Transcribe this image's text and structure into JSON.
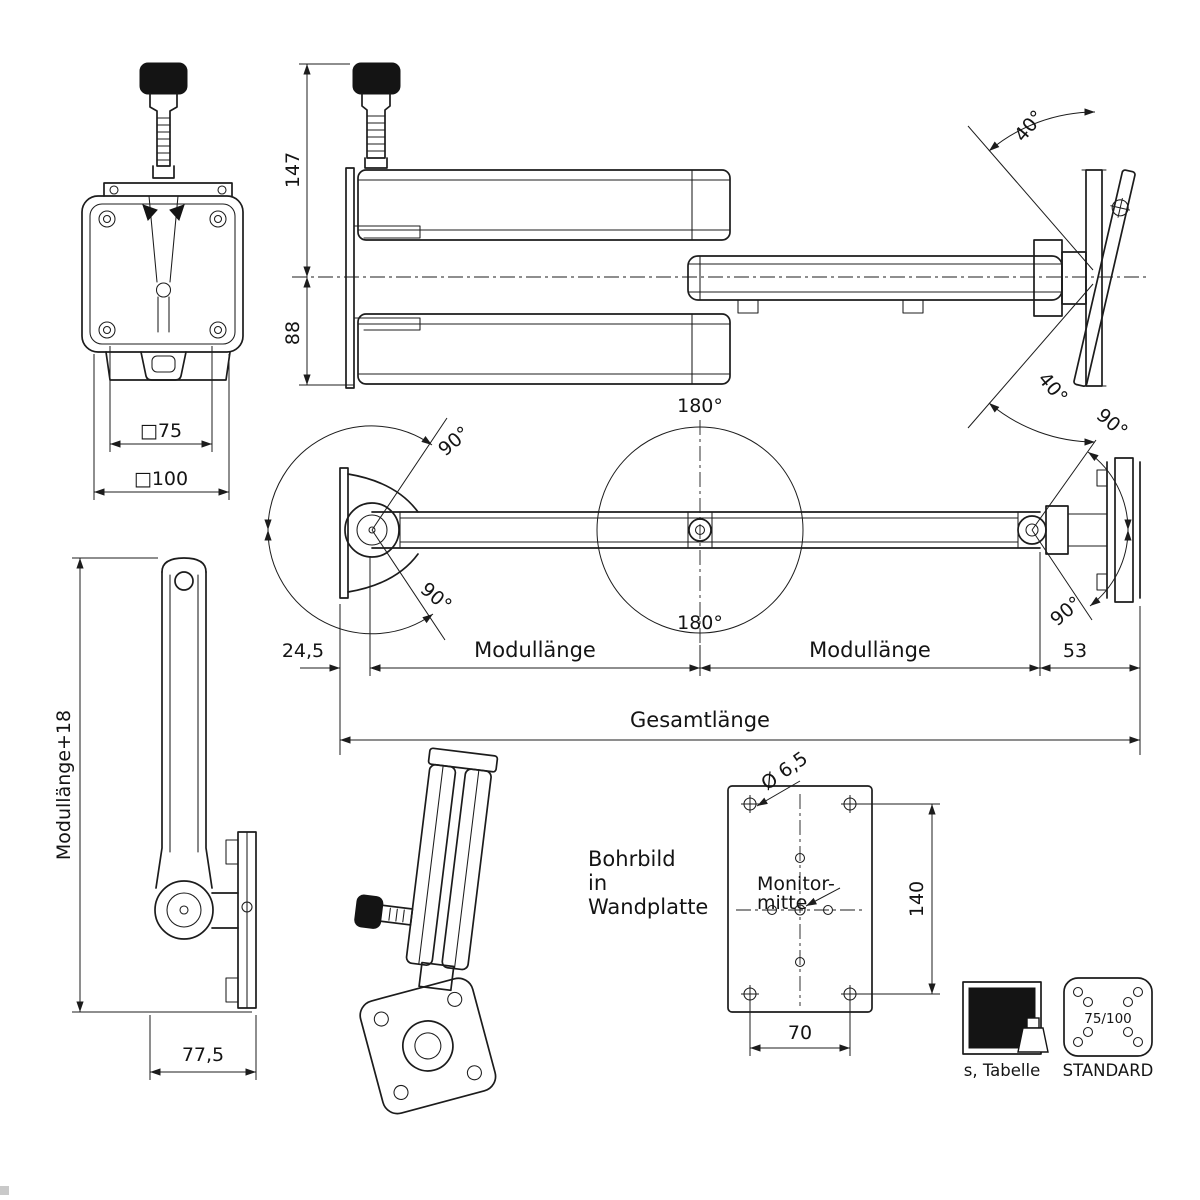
{
  "drawing": {
    "front_view": {
      "dim_vesa75": "□75",
      "dim_vesa100": "□100"
    },
    "top_view": {
      "dim_147": "147",
      "dim_88": "88",
      "tilt_up": "40°",
      "tilt_down": "40°"
    },
    "plan_view": {
      "swivel_left_up": "90°",
      "swivel_left_down": "90°",
      "rotate_mid_top": "180°",
      "rotate_mid_bottom": "180°",
      "swivel_right_up": "90°",
      "swivel_right_down": "90°",
      "dim_wall_offset": "24,5",
      "dim_module_1": "Modullänge",
      "dim_module_2": "Modullänge",
      "dim_plate_offset": "53",
      "dim_total_length": "Gesamtlänge"
    },
    "side_view": {
      "dim_arm_length": "Modullänge+18",
      "dim_depth": "77,5"
    },
    "drill_view": {
      "caption_line1": "Bohrbild",
      "caption_line2": "in",
      "caption_line3": "Wandplatte",
      "hole_diameter": "Ø 6,5",
      "center_line1": "Monitor-",
      "center_line2": "mitte",
      "dim_height": "140",
      "dim_width": "70"
    },
    "legend": {
      "weight_caption": "s, Tabelle",
      "vesa_text": "75/100",
      "vesa_caption": "STANDARD"
    }
  }
}
